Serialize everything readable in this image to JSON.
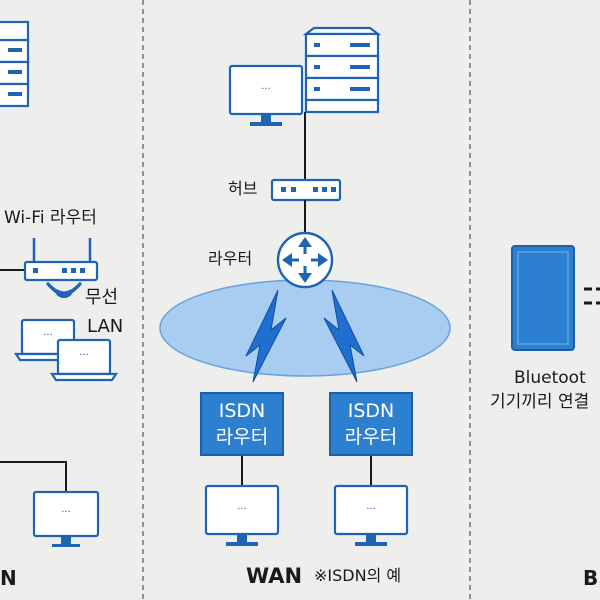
{
  "left_panel": {
    "router_label": "Wi-Fi 라우터",
    "wireless_label": "무선",
    "lan_label": "LAN",
    "caption": "N"
  },
  "center_panel": {
    "hub_label": "허브",
    "router_label": "라우터",
    "isdn_router_1": {
      "line1": "ISDN",
      "line2": "라우터"
    },
    "isdn_router_2": {
      "line1": "ISDN",
      "line2": "라우터"
    },
    "caption_main": "WAN",
    "caption_note": "※ISDN의 예"
  },
  "right_panel": {
    "device_label_1": "Bluetoot",
    "device_label_2": "기기끼리 연결",
    "caption": "B"
  },
  "colors": {
    "device_blue": "#1f63b5",
    "fill_blue": "#2d7fcf",
    "cloud_blue": "#a8cdf0",
    "background": "#eeeeec"
  }
}
